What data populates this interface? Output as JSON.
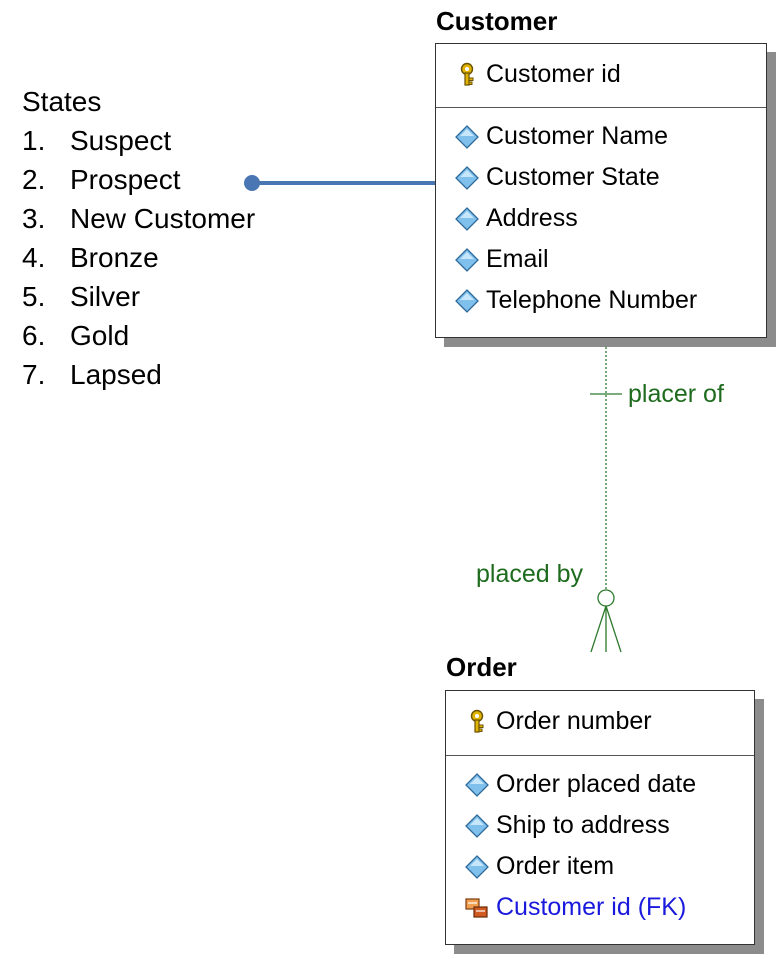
{
  "states": {
    "title": "States",
    "items": [
      {
        "num": "1.",
        "label": "Suspect"
      },
      {
        "num": "2.",
        "label": "Prospect"
      },
      {
        "num": "3.",
        "label": "New Customer"
      },
      {
        "num": "4.",
        "label": "Bronze"
      },
      {
        "num": "5.",
        "label": "Silver"
      },
      {
        "num": "6.",
        "label": "Gold"
      },
      {
        "num": "7.",
        "label": "Lapsed"
      }
    ]
  },
  "customer": {
    "title": "Customer",
    "primary_key": "Customer id",
    "attributes": [
      "Customer Name",
      "Customer State",
      "Address",
      "Email",
      "Telephone Number"
    ]
  },
  "order": {
    "title": "Order",
    "primary_key": "Order number",
    "attributes": [
      "Order placed date",
      "Ship to address",
      "Order item"
    ],
    "foreign_key": "Customer id (FK)"
  },
  "relationship": {
    "parent_label": "placer of",
    "child_label": "placed by"
  },
  "colors": {
    "connector": "#4a77b4",
    "relationship_line": "#2d7a2d",
    "relationship_text": "#1e6b1e",
    "fk_text": "#1a1adc",
    "shadow": "#8c8c8c"
  },
  "icons": {
    "primary_key": "key-icon",
    "attribute": "diamond-icon",
    "foreign_key": "foreign-key-icon"
  }
}
